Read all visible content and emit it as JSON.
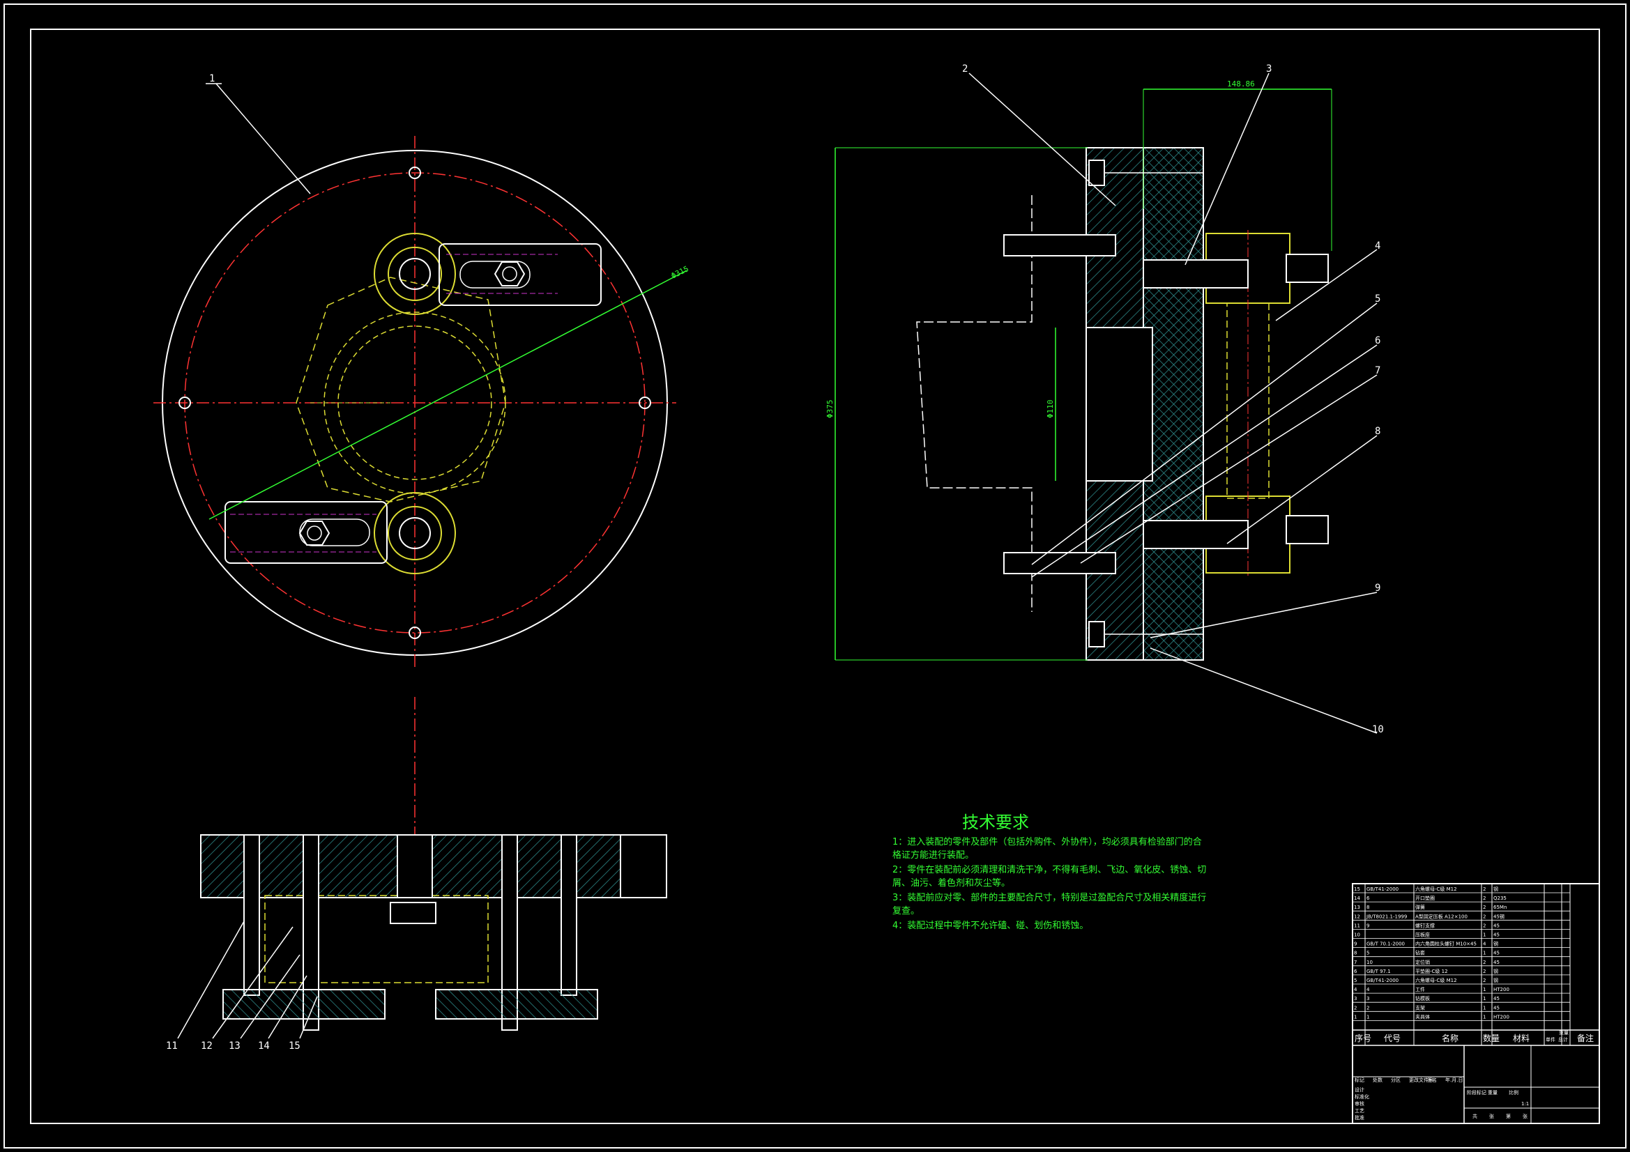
{
  "technical_requirements": {
    "title": "技术要求",
    "lines": [
      "1：进入装配的零件及部件（包括外购件、外协件），均必须具有检验部门的合",
      "格证方能进行装配。",
      "2：零件在装配前必须清理和清洗干净，不得有毛刺、飞边、氧化皮、锈蚀、切",
      "屑、油污、着色剂和灰尘等。",
      "3：装配前应对零、部件的主要配合尺寸，特别是过盈配合尺寸及相关精度进行",
      "复查。",
      "4：装配过程中零件不允许磕、碰、划伤和锈蚀。"
    ]
  },
  "balloons": [
    "1",
    "2",
    "3",
    "4",
    "5",
    "6",
    "7",
    "8",
    "9",
    "10",
    "11",
    "12",
    "13",
    "14",
    "15"
  ],
  "dimensions": {
    "top_width": "148.86",
    "overall_height": "Φ375",
    "bore": "Φ110",
    "circle_dia": "Φ315"
  },
  "title_block": {
    "header": [
      "序号",
      "代号",
      "名称",
      "数量",
      "材料",
      "单件",
      "总计",
      "备注"
    ],
    "weight_label": "重量",
    "scale": "1:1",
    "rows": [
      [
        "15",
        "GB/T41-2000",
        "六角螺母-C级 M12",
        "2",
        "钢"
      ],
      [
        "14",
        "6",
        "开口垫圈",
        "2",
        "Q235"
      ],
      [
        "13",
        "8",
        "弹簧",
        "2",
        "65Mn"
      ],
      [
        "12",
        "JB/T8021.1-1999",
        "A型固定压板 A12×100",
        "2",
        "45钢"
      ],
      [
        "11",
        "9",
        "螺钉支撑",
        "2",
        "45"
      ],
      [
        "10",
        "",
        "压板座",
        "1",
        "45"
      ],
      [
        "9",
        "GB/T 70.1-2000",
        "内六角圆柱头螺钉 M10×45",
        "4",
        "钢"
      ],
      [
        "8",
        "5",
        "钻套",
        "1",
        "45"
      ],
      [
        "7",
        "10",
        "定位销",
        "2",
        "45"
      ],
      [
        "6",
        "GB/T 97.1",
        "平垫圈-C级 12",
        "2",
        "钢"
      ],
      [
        "5",
        "GB/T41-2000",
        "六角螺母-C级 M12",
        "2",
        "钢"
      ],
      [
        "4",
        "4",
        "工件",
        "1",
        "HT200"
      ],
      [
        "3",
        "3",
        "钻模板",
        "1",
        "45"
      ],
      [
        "2",
        "2",
        "支架",
        "1",
        "45"
      ],
      [
        "1",
        "1",
        "夹具体",
        "1",
        "HT200"
      ]
    ],
    "approval": [
      "标记",
      "处数",
      "分区",
      "更改文件号",
      "签名",
      "年.月.日"
    ],
    "roles": [
      "设计",
      "标准化",
      "审核",
      "工艺",
      "批准"
    ],
    "stage": [
      "阶段标记",
      "重量",
      "比例"
    ],
    "sheet": [
      "共",
      "张",
      "第",
      "张"
    ]
  }
}
